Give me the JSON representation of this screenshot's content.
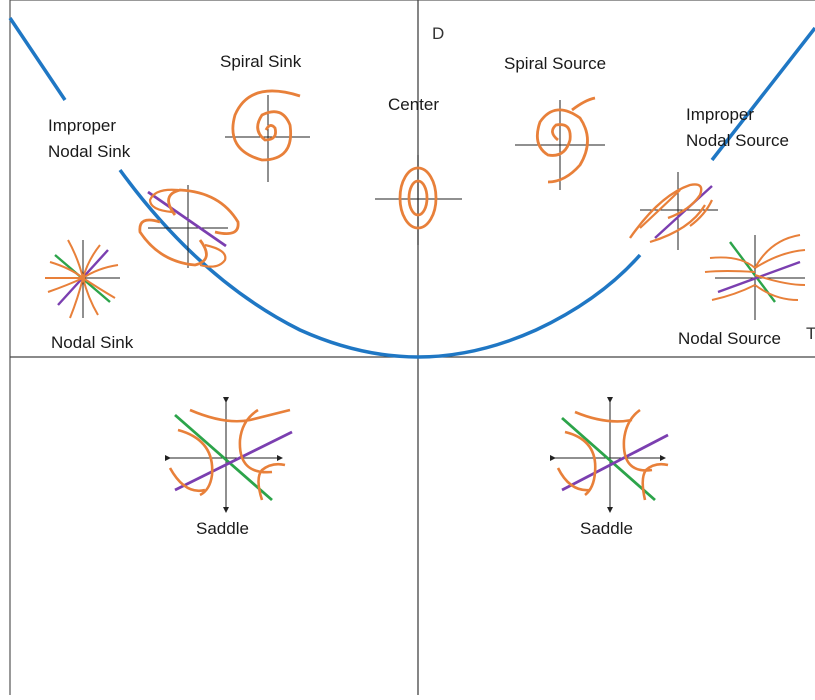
{
  "axes": {
    "vertical_label": "D",
    "horizontal_label": "T"
  },
  "regions": {
    "spiral_sink": "Spiral Sink",
    "spiral_source": "Spiral Source",
    "center": "Center",
    "improper_nodal_sink": [
      "Improper",
      "Nodal Sink"
    ],
    "improper_nodal_source": [
      "Improper",
      "Nodal Source"
    ],
    "nodal_sink": "Nodal Sink",
    "nodal_source": "Nodal Source",
    "saddle_left": "Saddle",
    "saddle_right": "Saddle"
  },
  "colors": {
    "parabola": "#1f77c4",
    "trajectory": "#e8803a",
    "eigen_purple": "#7b3fb0",
    "eigen_green": "#2ca44a",
    "axes": "#333333"
  }
}
